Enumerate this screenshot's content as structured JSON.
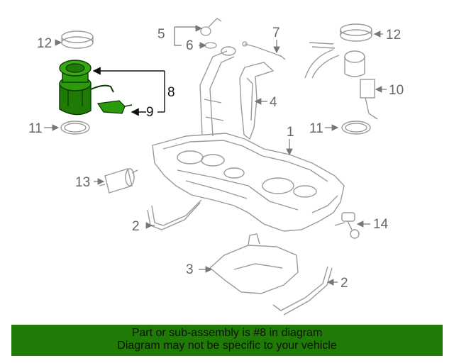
{
  "callouts": {
    "c1": "1",
    "c2a": "2",
    "c2b": "2",
    "c3": "3",
    "c4": "4",
    "c5": "5",
    "c6": "6",
    "c7": "7",
    "c8": "8",
    "c9": "9",
    "c10": "10",
    "c11a": "11",
    "c11b": "11",
    "c12a": "12",
    "c12b": "12",
    "c13": "13",
    "c14": "14"
  },
  "highlight": {
    "part": "8",
    "color": "#1f7a06"
  },
  "banner": {
    "line1": "Part or sub-assembly is #8 in diagram",
    "line2": "Diagram may not be specific to your vehicle"
  }
}
